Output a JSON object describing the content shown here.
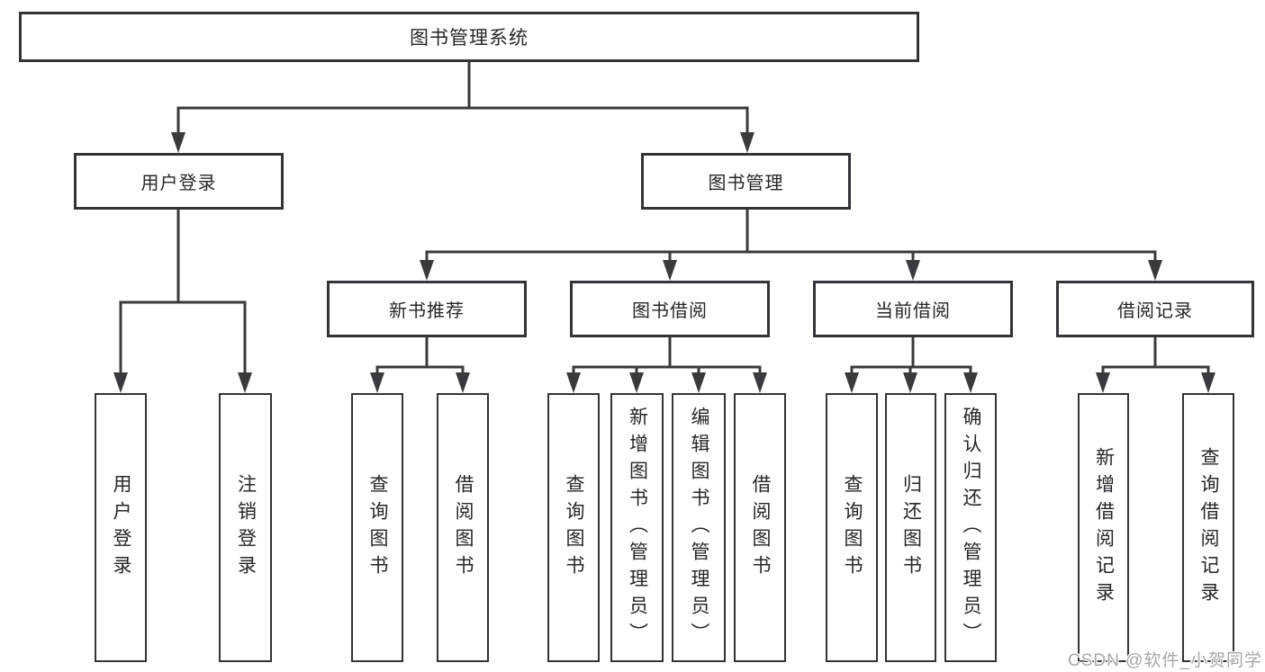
{
  "diagram_title": "图书管理系统",
  "colors": {
    "line": "#3a3a3e",
    "box_border": "#333338",
    "text": "#26262b",
    "background": "#ffffff",
    "watermark": "#a7a7ac"
  },
  "tree": {
    "label": "图书管理系统",
    "children": [
      {
        "label": "用户登录",
        "children": [
          {
            "label": "用户登录"
          },
          {
            "label": "注销登录"
          }
        ]
      },
      {
        "label": "图书管理",
        "children": [
          {
            "label": "新书推荐",
            "children": [
              {
                "label": "查询图书"
              },
              {
                "label": "借阅图书"
              }
            ]
          },
          {
            "label": "图书借阅",
            "children": [
              {
                "label": "查询图书"
              },
              {
                "label": "新增图书（管理员）"
              },
              {
                "label": "编辑图书（管理员）"
              },
              {
                "label": "借阅图书"
              }
            ]
          },
          {
            "label": "当前借阅",
            "children": [
              {
                "label": "查询图书"
              },
              {
                "label": "归还图书"
              },
              {
                "label": "确认归还（管理员）"
              }
            ]
          },
          {
            "label": "借阅记录",
            "children": [
              {
                "label": "新增借阅记录"
              },
              {
                "label": "查询借阅记录"
              }
            ]
          }
        ]
      }
    ]
  },
  "watermark": {
    "text": "CSDN @软件_小贺同学"
  }
}
